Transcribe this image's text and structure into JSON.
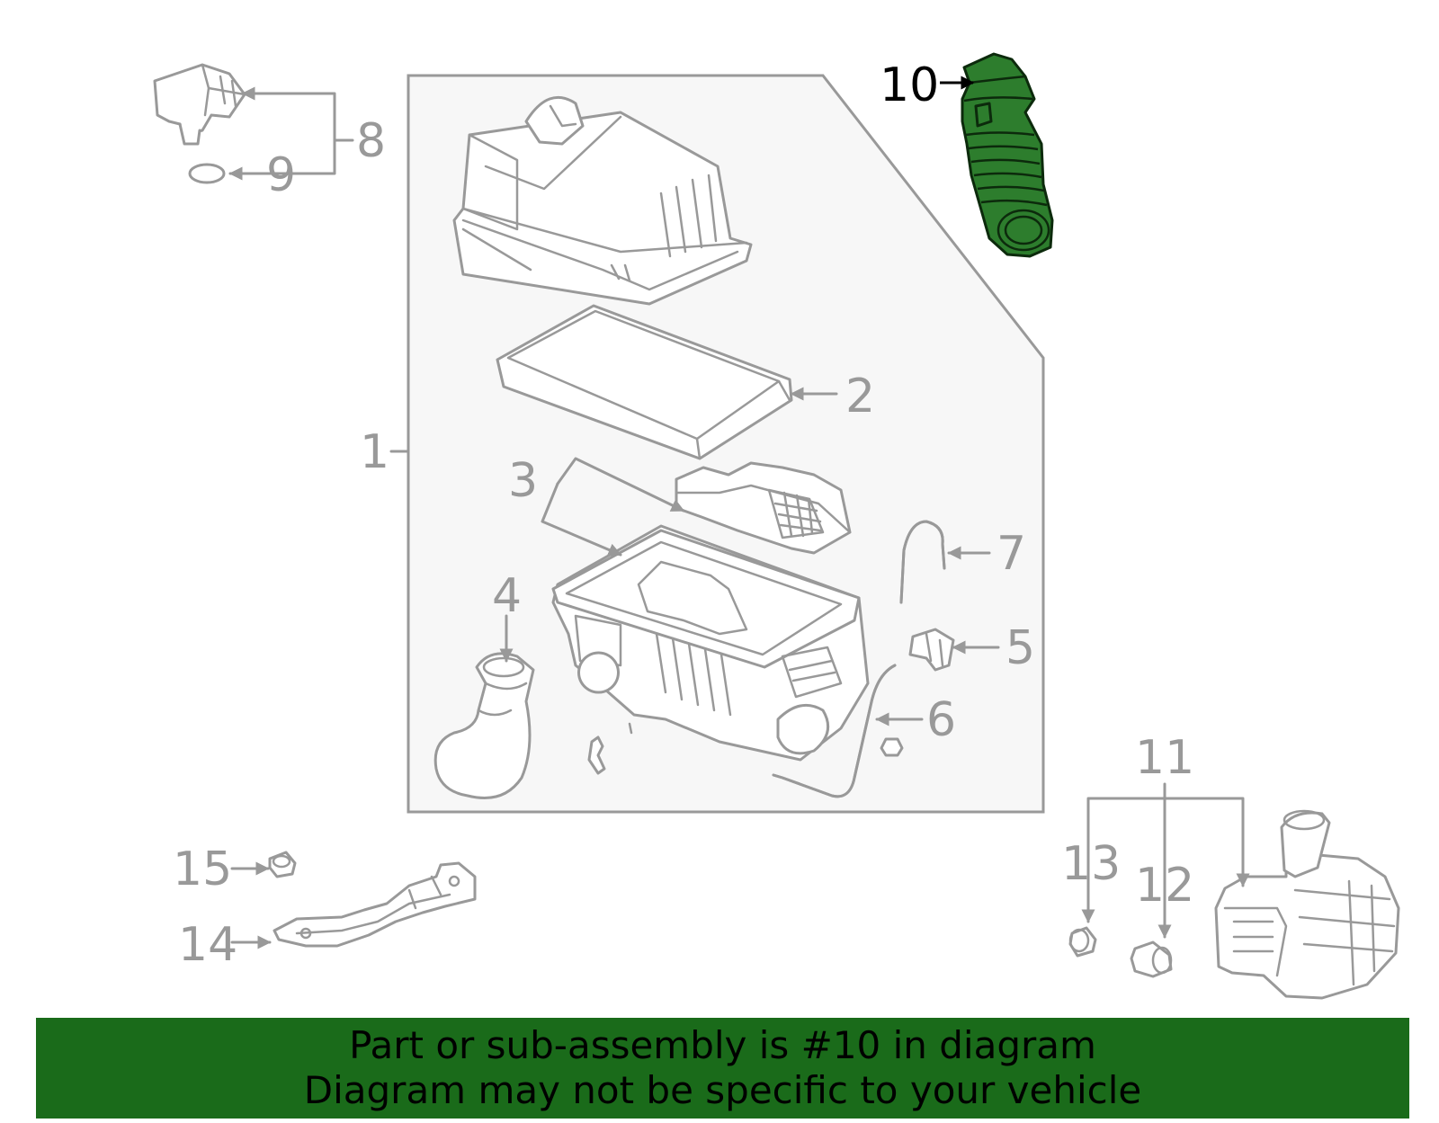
{
  "callouts": {
    "c1": "1",
    "c2": "2",
    "c3": "3",
    "c4": "4",
    "c5": "5",
    "c6": "6",
    "c7": "7",
    "c8": "8",
    "c9": "9",
    "c10": "10",
    "c11": "11",
    "c12": "12",
    "c13": "13",
    "c14": "14",
    "c15": "15"
  },
  "highlighted_part": "10",
  "colors": {
    "highlight_fill": "#2d7d2d",
    "banner_background": "#1a6b1a",
    "callout_gray": "#999999",
    "panel_fill": "#f7f7f7"
  },
  "banner": {
    "line1": "Part or sub-assembly is #10 in diagram",
    "line2": "Diagram may not be specific to your vehicle"
  }
}
